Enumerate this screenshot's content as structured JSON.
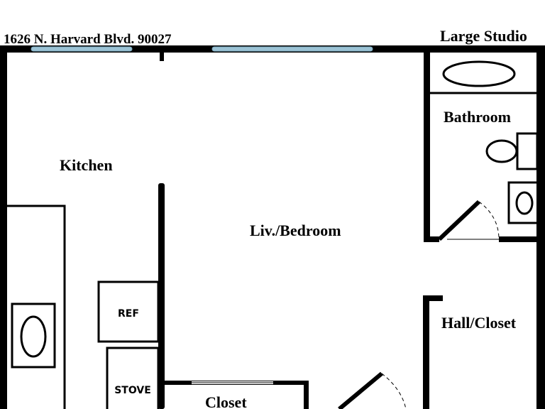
{
  "header": {
    "address": "1626 N. Harvard Blvd. 90027",
    "unit_type": "Large Studio"
  },
  "rooms": {
    "kitchen": "Kitchen",
    "living_bedroom": "Liv./Bedroom",
    "bathroom": "Bathroom",
    "hall_closet": "Hall/Closet",
    "closet": "Closet"
  },
  "appliances": {
    "refrigerator": "REF",
    "stove": "STOVE"
  },
  "colors": {
    "wall": "#000000",
    "window": "#9cc3d5",
    "background": "#ffffff"
  }
}
